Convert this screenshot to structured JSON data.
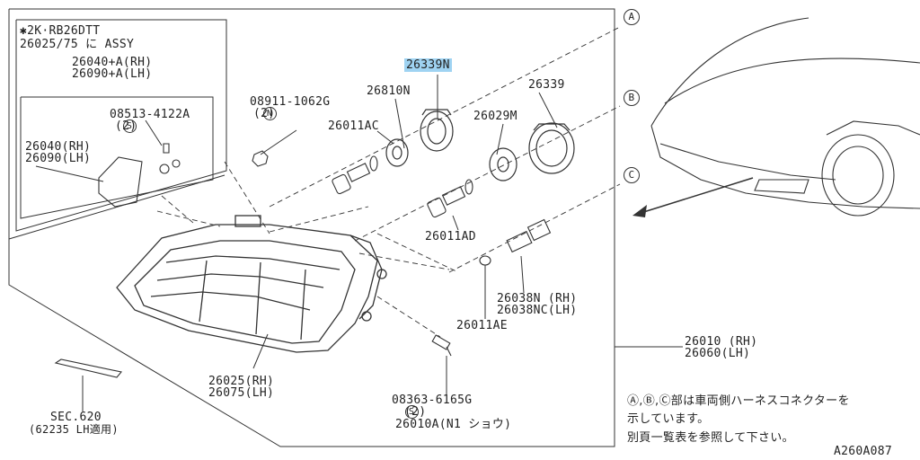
{
  "inset": {
    "line1": "✱2K·RB26DTT",
    "line2": "26025/75 に ASSY",
    "part_rh": "26040+A(RH)",
    "part_lh": "26090+A(LH)",
    "screw_part": "08513-4122A",
    "screw_qty": "(2)",
    "bracket_rh": "26040(RH)",
    "bracket_lh": "26090(LH)"
  },
  "labels": {
    "highlighted": "26339N",
    "p26339": "26339",
    "p26810n": "26810N",
    "p26029m": "26029M",
    "p26011ac": "26011AC",
    "p26011ad": "26011AD",
    "p26038_rh": "26038N (RH)",
    "p26038_lh": "26038NC(LH)",
    "p26011ae": "26011AE",
    "p26010_rh": "26010 (RH)",
    "p26060_lh": "26060(LH)",
    "p26025_rh": "26025(RH)",
    "p26075_lh": "26075(LH)",
    "nut_part": "08911-1062G",
    "nut_qty": "(2)",
    "bolt_part": "08363-6165G",
    "bolt_qty": "(2)",
    "p26010a": "26010A(N1 ショウ)",
    "sec_label": "SEC.620",
    "sec_sub": "(62235 LH適用)"
  },
  "callouts": {
    "a": "A",
    "b": "B",
    "c": "C",
    "n": "N",
    "s": "S"
  },
  "note": {
    "line1": "Ⓐ,Ⓑ,Ⓒ部は車両側ハーネスコネクターを",
    "line2": "示しています。",
    "line3": "別頁一覧表を参照して下さい。"
  },
  "diagram_id": "A260A087"
}
